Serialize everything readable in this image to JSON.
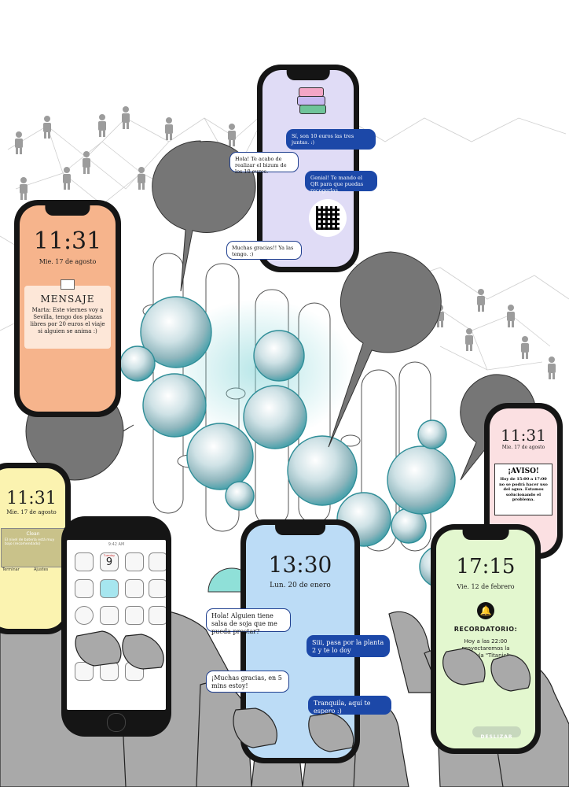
{
  "phones": {
    "orange": {
      "time": "11:31",
      "date": "Mie. 17 de agosto",
      "title": "MENSAJE",
      "body": "Marta: Este viernes voy a Sevilla, tengo dos plazas libres por 20 euros el viaje si alguien se anima :)"
    },
    "purple": {
      "msg1": "Sí, son 10 euros las tres juntas. :)",
      "msg2": "Hola! Te acabo de realizar el bizum de los 10 euros.",
      "msg3": "Genial! Te mando el QR para que puedas recogerlas.",
      "msg4": "Muchas gracias!! Ya las tengo. :)"
    },
    "yellow": {
      "time": "11:31",
      "date": "Mie. 17 de agosto",
      "panel_title": "Clean",
      "panel_text": "El nivel de batería está muy bajo (recomendado)",
      "left_action": "Terminar",
      "right_action": "Ajustes"
    },
    "pink": {
      "time": "11:31",
      "date": "Mie. 17 de agosto",
      "title": "¡AVISO!",
      "body": "Hoy de 15:00 a 17:00 no se podrá hacer uso del agua. Estamos solucionando el problema."
    },
    "white": {
      "status_time": "9:42 AM",
      "calendar_day": "Tuesday",
      "calendar_num": "9"
    },
    "blue": {
      "time": "13:30",
      "date": "Lun. 20 de enero",
      "msg1": "Hola! Alguien tiene salsa de soja que me pueda prestar?",
      "msg2": "Siii, pasa por la planta 2 y te lo doy",
      "msg3": "¡Muchas gracias, en 5 mins estoy!",
      "msg4": "Tranquila, aquí te espero :)"
    },
    "green": {
      "time": "17:15",
      "date": "Vie. 12 de febrero",
      "title": "RECORDATORIO:",
      "body": "Hoy a las 22:00 proyectaremos la película \"Titanic\"",
      "slide": "DESLIZAR"
    }
  },
  "colors": {
    "orange": "#f6b48c",
    "purple": "#e0dcf6",
    "yellow": "#fbf3b0",
    "pink": "#fbe0e2",
    "blue": "#bcdcf6",
    "green": "#e3f7cf",
    "chat_blue": "#1c48a8",
    "speech_gray": "#767676",
    "hand_gray": "#a9a9a9"
  },
  "icons": [
    "envelope-icon",
    "qr-code-icon",
    "books-icon",
    "bell-icon",
    "speech-bubble-icon",
    "person-icon"
  ]
}
